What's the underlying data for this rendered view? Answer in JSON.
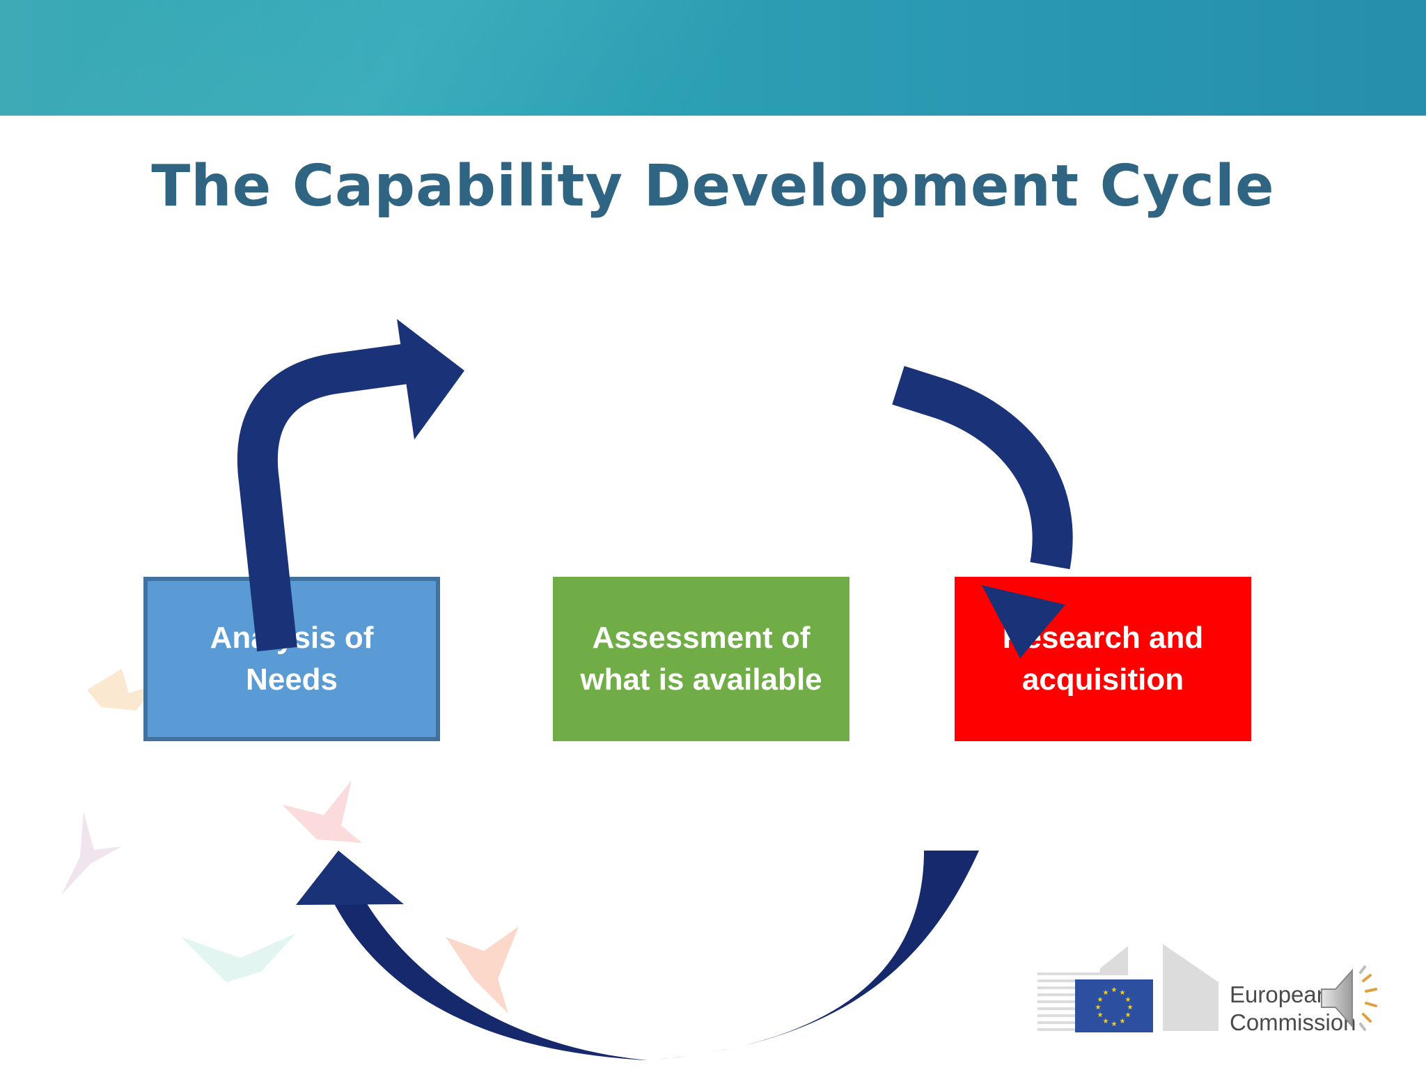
{
  "slide": {
    "title": "The Capability Development Cycle"
  },
  "boxes": [
    {
      "label": "Analysis of Needs",
      "color": "#5b9bd5"
    },
    {
      "label": "Assessment of\nwhat is available",
      "color": "#70ad47"
    },
    {
      "label": "Research and\nacquisition",
      "color": "#ff0000"
    }
  ],
  "arrows": {
    "color": "#1a3278"
  },
  "logo": {
    "line1": "European",
    "line2": "Commission",
    "flag_color": "#2d4fa0",
    "star_color": "#f5d21a"
  },
  "icons": {
    "audio": "speaker-icon"
  },
  "colors": {
    "header": "#2aa6b6",
    "title": "#2f6482"
  }
}
